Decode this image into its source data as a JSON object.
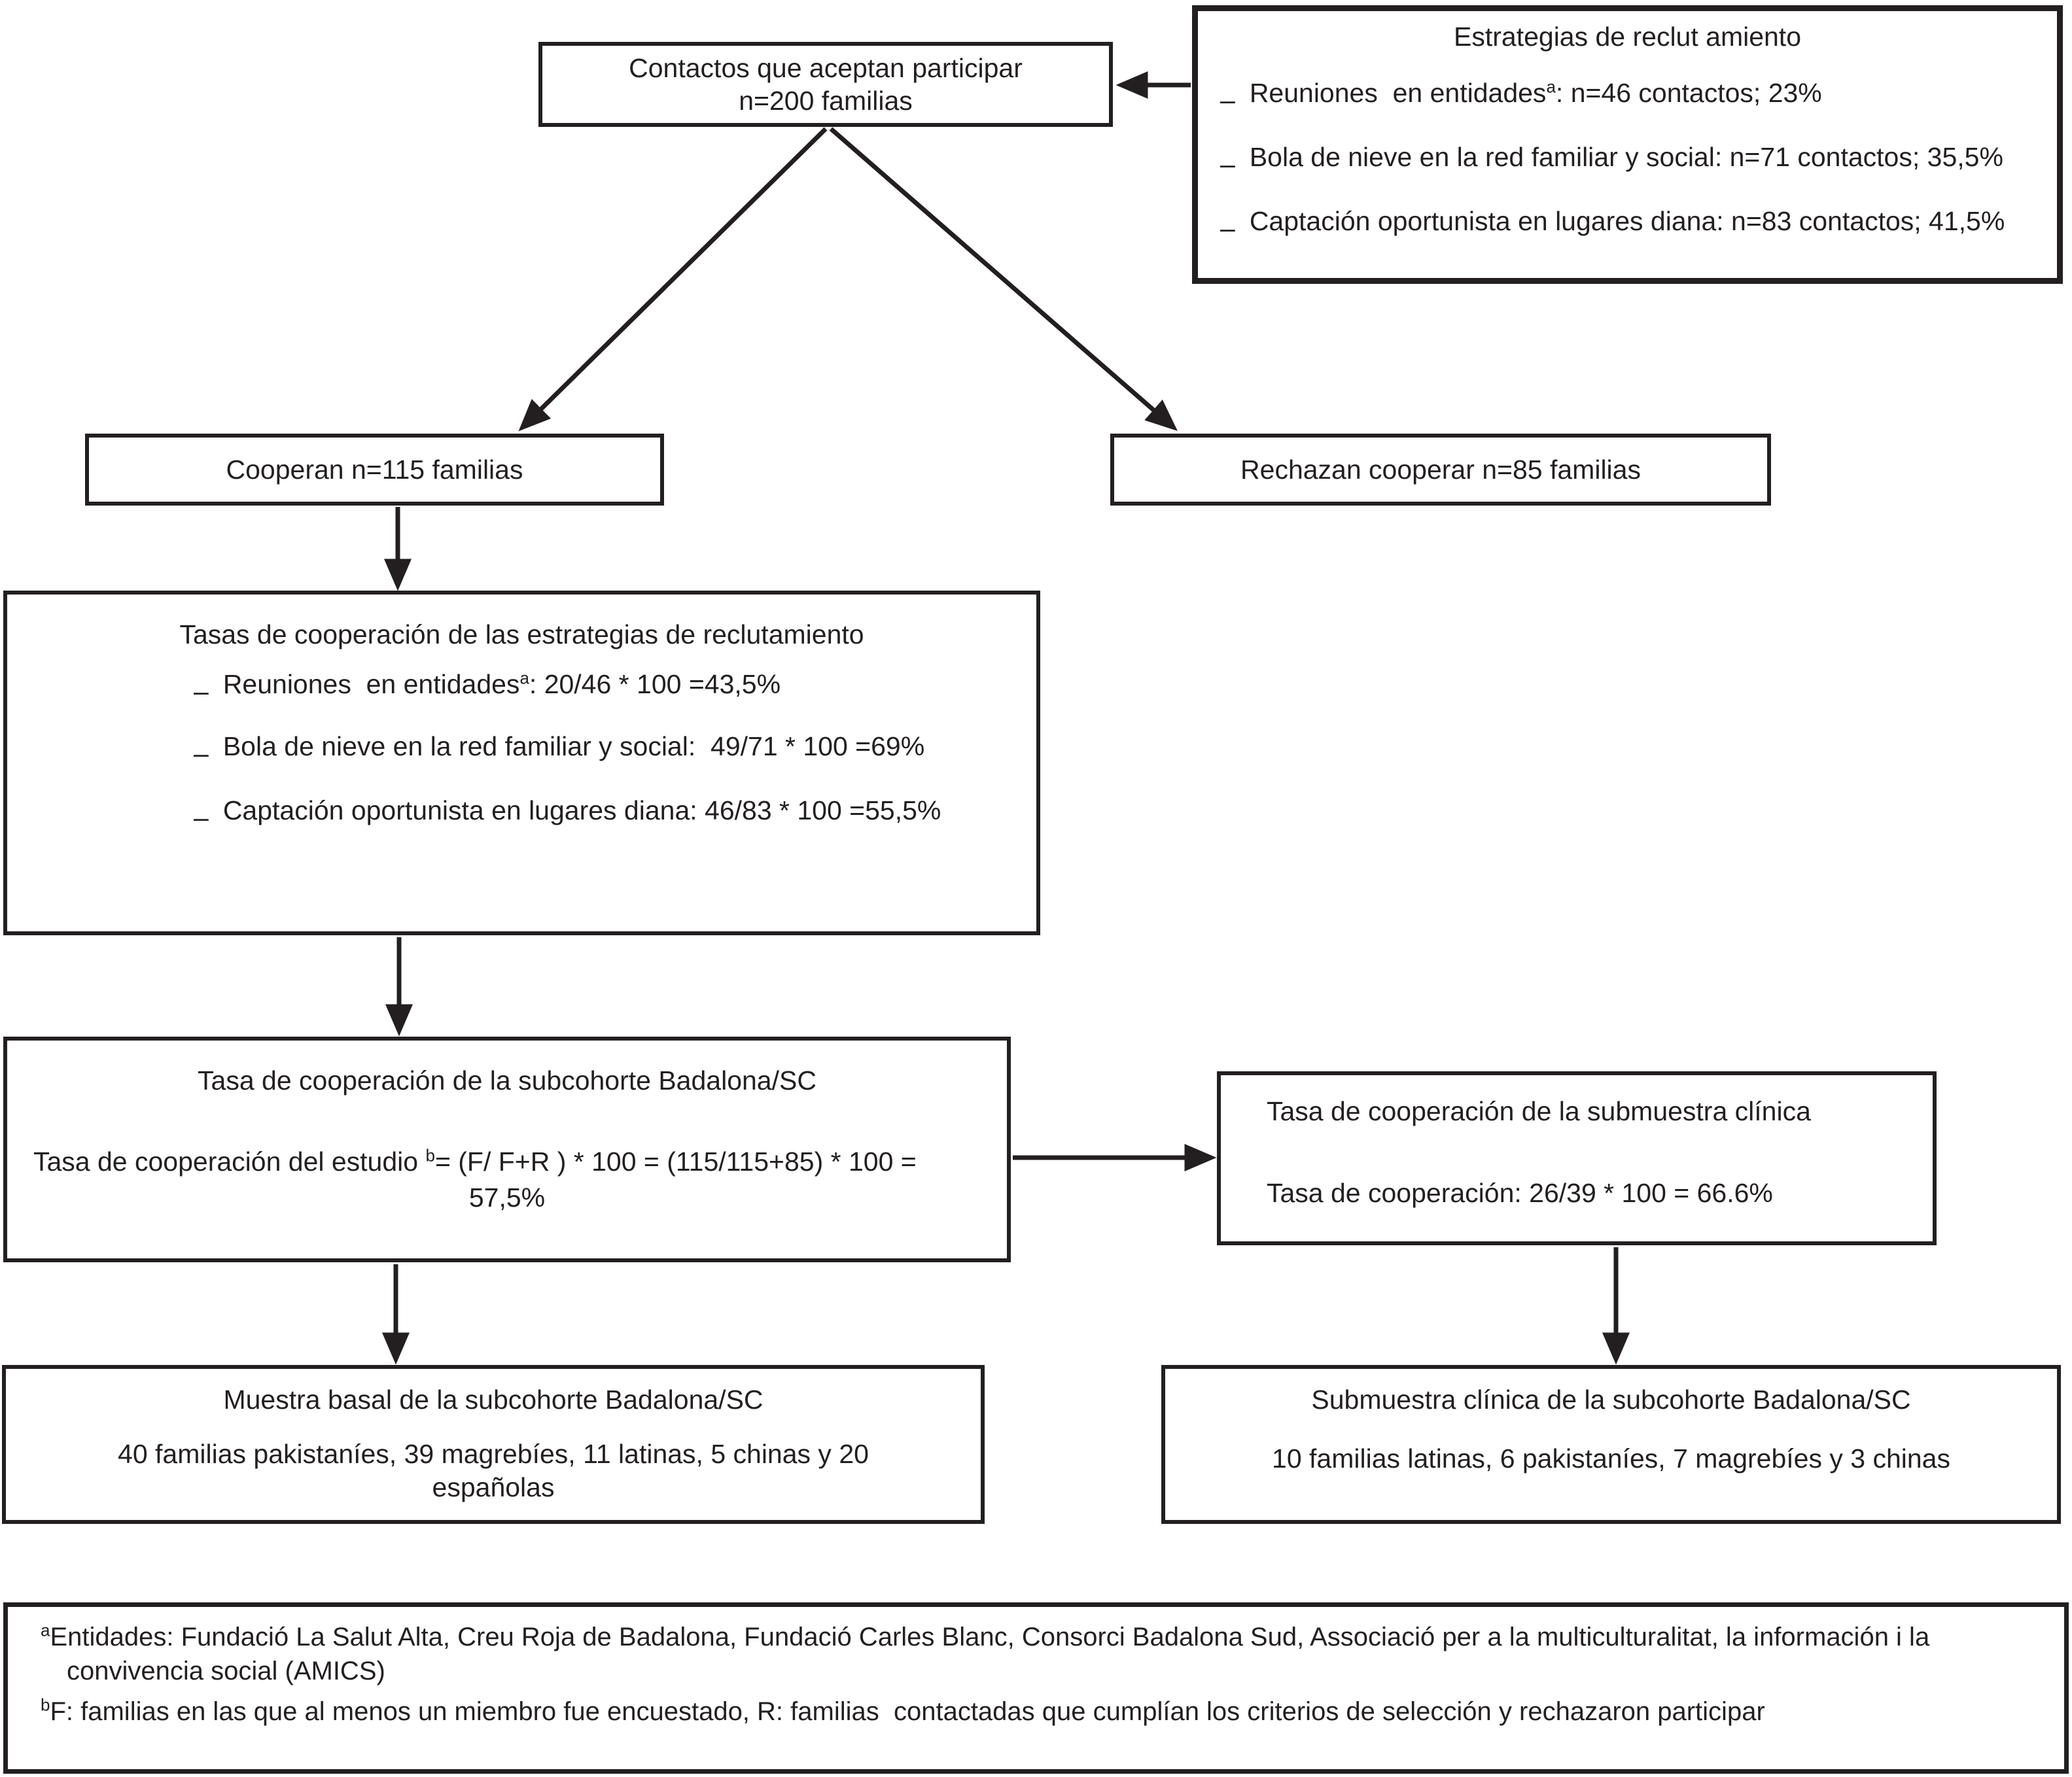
{
  "colors": {
    "ink": "#231f20",
    "background": "#ffffff"
  },
  "bullet": "–",
  "boxes": {
    "contactos": {
      "line1": "Contactos que aceptan participar",
      "line2": "n=200 familias"
    },
    "estrategias": {
      "title": "Estrategias de reclut amiento",
      "items": [
        {
          "pre": "Reuniones  en entidades",
          "sup": "a",
          "post": ": n=46 contactos; 23%"
        },
        {
          "pre": "Bola de nieve en la red familiar y social: n=71 contactos; 35,5%",
          "sup": "",
          "post": ""
        },
        {
          "pre": "Captación oportunista en lugares diana: n=83 contactos; 41,5%",
          "sup": "",
          "post": ""
        }
      ]
    },
    "cooperan": {
      "label": "Cooperan n=115 familias"
    },
    "rechazan": {
      "label": "Rechazan cooperar n=85 familias"
    },
    "tasas": {
      "title": "Tasas de cooperación de las estrategias de reclutamiento",
      "items": [
        {
          "pre": "Reuniones  en entidades",
          "sup": "a",
          "post": ": 20/46 * 100 =43,5%"
        },
        {
          "pre": "Bola de nieve en la red familiar y social:  49/71 * 100 =69%",
          "sup": "",
          "post": ""
        },
        {
          "pre": "Captación oportunista en lugares diana: 46/83 * 100 =55,5%",
          "sup": "",
          "post": ""
        }
      ]
    },
    "subcohorte": {
      "title": "Tasa de cooperación de la subcohorte Badalona/SC",
      "formula_pre": "Tasa de cooperación del estudio ",
      "formula_sup": "b",
      "formula_post": "= (F/ F+R ) * 100 = (115/115+85) * 100 =",
      "formula_result": "57,5%"
    },
    "submuestra_tasa": {
      "title": "Tasa de cooperación de la submuestra clínica",
      "line2": "Tasa de cooperación: 26/39 * 100 = 66.6%"
    },
    "muestra_basal": {
      "title": "Muestra basal de la subcohorte Badalona/SC",
      "line2": "40 familias pakistaníes, 39 magrebíes, 11 latinas, 5 chinas y 20",
      "line3": "españolas"
    },
    "submuestra_clinica": {
      "title": "Submuestra clínica de la subcohorte Badalona/SC",
      "line2": "10 familias latinas, 6 pakistaníes, 7 magrebíes y 3 chinas"
    },
    "footnotes": {
      "a_sup": "a",
      "a_text": "Entidades: Fundació La Salut Alta, Creu Roja de Badalona, Fundació Carles Blanc, Consorci Badalona Sud, Associació per a la multiculturalitat, la información i la convivencia social (AMICS)",
      "b_sup": "b",
      "b_text": "F: familias en las que al menos un miembro fue encuestado, R: familias  contactadas que cumplían los criterios de selección y rechazaron participar"
    }
  }
}
